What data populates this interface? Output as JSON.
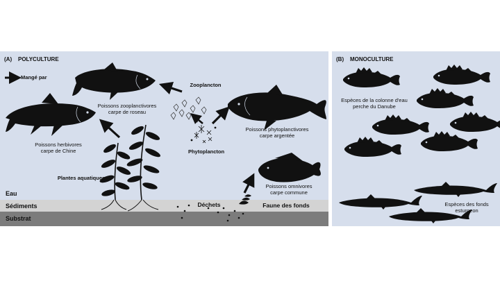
{
  "panel_a": {
    "letter": "(A)",
    "title": "POLYCULTURE",
    "legend_label": "Mangé par",
    "herbivore": {
      "line1": "Poissons herbivores",
      "line2": "carpe de Chine"
    },
    "zooplanktivore": {
      "line1": "Poissons zooplanctivores",
      "line2": "carpe de roseau"
    },
    "phytoplanktivore": {
      "line1": "Poissons phytoplanctivores",
      "line2": "carpe argentée"
    },
    "omnivore": {
      "line1": "Poissons omnivores",
      "line2": "carpe commune"
    },
    "zooplankton_label": "Zooplancton",
    "phytoplankton_label": "Phytoplancton",
    "plants_label": "Plantes aquatiques",
    "waste_label": "Déchets",
    "benthos_label": "Faune des fonds",
    "layers": {
      "water": "Eau",
      "sediments": "Sédiments",
      "substrate": "Substrat"
    }
  },
  "panel_b": {
    "letter": "(B)",
    "title": "MONOCULTURE",
    "water_column": {
      "line1": "Espèces de la colonne d'eau",
      "line2": "perche du Danube"
    },
    "bottom": {
      "line1": "Espèces des fonds",
      "line2": "esturgeon"
    }
  },
  "colors": {
    "background": "#d6deec",
    "sediment": "#d3d3d3",
    "substrate": "#7c7c7c",
    "silhouette": "#111111"
  }
}
